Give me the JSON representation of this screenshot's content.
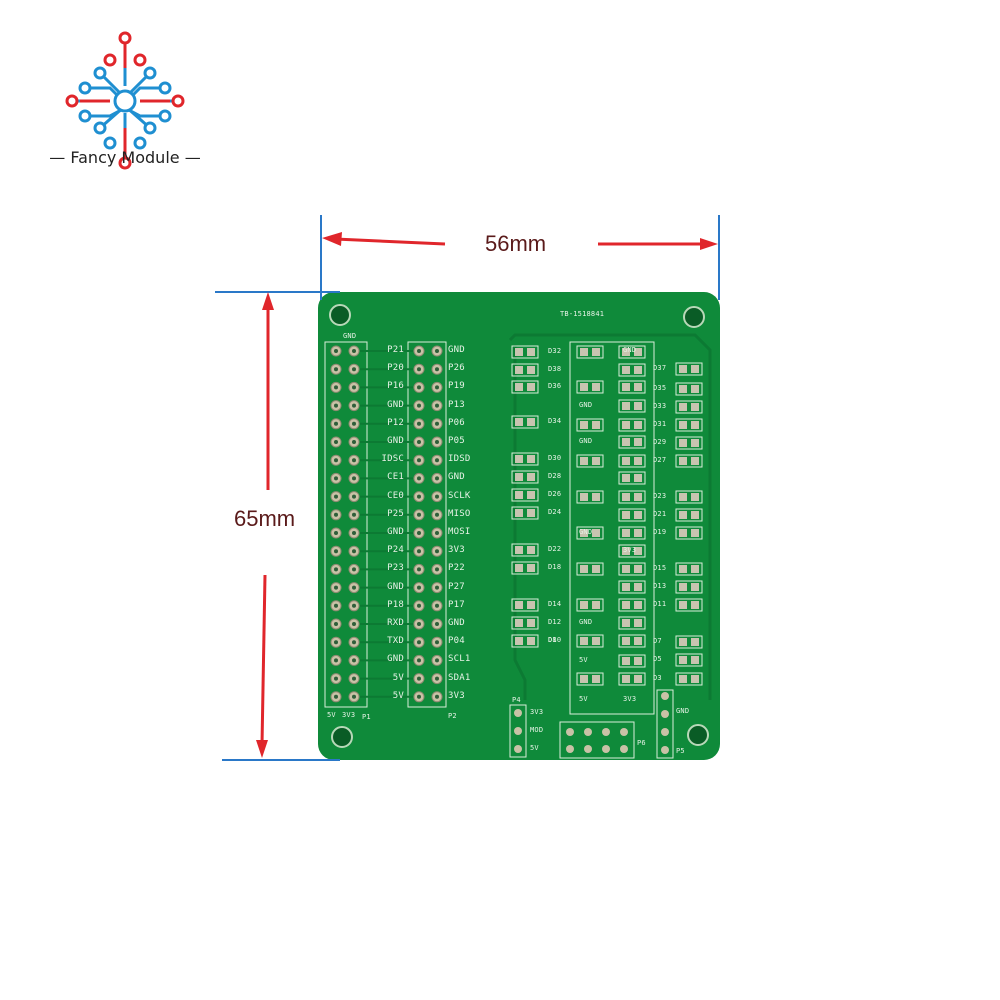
{
  "brand": {
    "name": "Fancy Module",
    "logo_icon": "circuit-node-logo-icon",
    "colors": {
      "red": "#e0262b",
      "blue": "#1f8fd1"
    }
  },
  "dimensions": {
    "width_label": "56mm",
    "height_label": "65mm",
    "arrow_color": "#e0262b",
    "guide_color": "#2a78c8"
  },
  "board": {
    "color": "#0f8a3a",
    "board_id": "TB-1518841",
    "header_top_label": "GND",
    "left_pin_labels": [
      "P21",
      "P20",
      "P16",
      "GND",
      "P12",
      "GND",
      "IDSC",
      "CE1",
      "CE0",
      "P25",
      "GND",
      "P24",
      "P23",
      "GND",
      "P18",
      "RXD",
      "TXD",
      "GND",
      "5V",
      "5V"
    ],
    "right_pin_labels": [
      "GND",
      "P26",
      "P19",
      "P13",
      "P06",
      "P05",
      "IDSD",
      "GND",
      "SCLK",
      "MISO",
      "MOSI",
      "3V3",
      "P22",
      "P27",
      "P17",
      "GND",
      "P04",
      "SCL1",
      "SDA1",
      "3V3"
    ],
    "p1_labels": {
      "a": "5V",
      "b": "3V3",
      "name": "P1"
    },
    "p2_name": "P2",
    "led_left_labels": [
      "D32",
      "D38",
      "D36",
      "D34",
      "D30",
      "D28",
      "D26",
      "D24",
      "D22",
      "D18",
      "D14",
      "D12",
      "D10",
      "D8"
    ],
    "led_right_labels": [
      "D37",
      "D35",
      "D33",
      "D31",
      "D29",
      "D27",
      "D23",
      "D21",
      "D19",
      "D15",
      "D13",
      "D11",
      "D7",
      "D5",
      "D3"
    ],
    "bus_labels": [
      "GND",
      "GND",
      "GND",
      "3V3",
      "GND",
      "GND",
      "5V",
      "5V",
      "3V3"
    ],
    "bottom_labels": {
      "p4": "P4",
      "p4_pins": [
        "3V3",
        "MOD",
        "5V"
      ],
      "p6": "P6",
      "p5": "P5",
      "p5_pin": "GND"
    }
  }
}
